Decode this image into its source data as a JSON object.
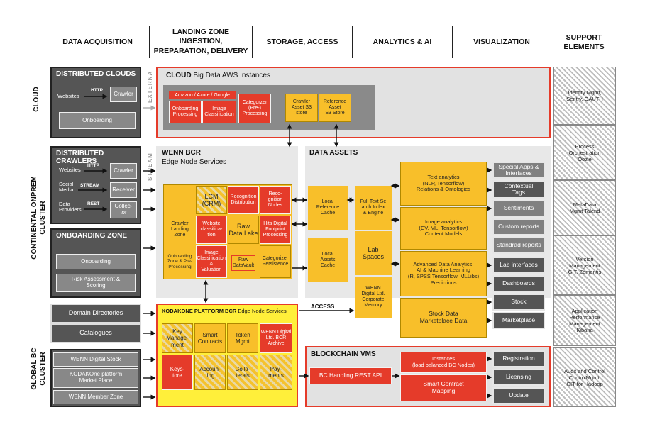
{
  "headers": {
    "data_acquisition": "DATA ACQUISITION",
    "landing_zone": "LANDING ZONE\nINGESTION,\nPREPARATION, DELIVERY",
    "storage_access": "STORAGE, ACCESS",
    "analytics_ai": "ANALYTICS & AI",
    "visualization": "VISUALIZATION",
    "support": "SUPPORT\nELEMENTS"
  },
  "rows": {
    "cloud": "CLOUD",
    "continental": "CONTINENTAL ONPREM\nCLUSTER",
    "global": "GLOBAL BC\nCLUSTER"
  },
  "acquisition": {
    "distributed_clouds": {
      "title": "DISTRIBUTED CLOUDS",
      "websites": "Websites",
      "http": "HTTP",
      "crawler": "Crawler",
      "onboarding": "Onboarding"
    },
    "distributed_crawlers": {
      "title": "DISTRIBUTED CRAWLERS",
      "websites": "Websites",
      "http": "HTTP",
      "crawler": "Crawler",
      "social_media": "Social\nMedia",
      "stream": "STREAM",
      "receiver": "Receiver",
      "data_providers": "Data\nProviders",
      "rest": "REST",
      "collector": "Collec-\ntor"
    },
    "onboarding_zone": {
      "title": "ONBOARDING ZONE",
      "onboarding": "Onboarding",
      "risk": "Risk Assessment &\nScoring"
    },
    "domain_directories": "Domain Directories",
    "catalogues": "Catalogues",
    "wenn_digital_stock": "WENN Digital Stock",
    "kodakone_marketplace": "KODAKOne platform\nMarket Place",
    "wenn_member_zone": "WENN Member Zone"
  },
  "side_labels": {
    "external": "EXTERNA",
    "stream": "STREAM"
  },
  "cloud_box": {
    "title_bold": "CLOUD",
    "title_rest": " Big Data AWS Instances",
    "provider": "Amazon / Azure / Google",
    "onboarding_processing": "Onboarding\nProcessing",
    "image_classification": "Image\nClassification",
    "categorizer": "Categorzer\n(Pre-)\nProcessing",
    "crawler_asset": "Crawler\nAsset S3\nstore",
    "reference_asset": "Reference\nAsset\nS3 Store"
  },
  "wenn_bcr": {
    "title": "WENN BCR",
    "subtitle": "Edge Node Services",
    "lcm": "LCM\n(CRM)",
    "recognition_distribution": "Recognition\nDistribution",
    "recognition_nodes": "Reco-\ngnition\nNodes",
    "crawler_landing": "Crawler\nLanding\nZone",
    "website_classification": "Website\nclassifica-\ntion",
    "raw_data_lake": "Raw\nData Lake",
    "hits_digital": "Hits Digital\nFootprint\nProcessing",
    "onboarding_zone_pre": "Onboarding\nZone & Pre-\nProcessing",
    "image_classification": "Image\nClassification &\nValuation",
    "raw_datavault": "Raw\nDataVault",
    "categorizer_persistence": "Categorizer\nPersistence"
  },
  "data_assets": {
    "title": "DATA ASSETS",
    "local_reference_cache": "Local\nReference\nCache",
    "local_assets_cache": "Local\nAssets\nCache",
    "full_text_search": "Full Text Se\narch Index\n& Engine",
    "lab_spaces": "Lab\nSpaces",
    "wenn_corporate": "WENN\nDigital Ltd.\nCorporate\nMemory",
    "text_analytics": "Text analytics\n(NLP, Tensorflow)\nRelations & Ontologies",
    "image_analytics": "Image analytics\n(CV, ML, Tensorflow)\nContent Models",
    "advanced_analytics": "Advanced Data Analytics,\nAI  & Machine Learning\n(R, SPSS Tensorflow, MLLibs)\nPredictions",
    "stock_data": "Stock Data\nMarketplace Data",
    "access": "ACCESS"
  },
  "visualization": [
    "Special Apps &\nInterfaces",
    "Contextual\nTags",
    "Sentiments",
    "Custom reports",
    "Standrad reports",
    "Lab interfaces",
    "Dashboards",
    "Stock",
    "Marketplace"
  ],
  "kodakone": {
    "title_bold": "KODAKONE PLATFORM BCR",
    "title_rest": " Edge Node Services",
    "key_management": "Key\nManage-\nment",
    "smart_contracts": "Smart\nContracts",
    "token_mgmt": "Token\nMgmt",
    "wenn_archive": "WENN Digital\nLtd. BCR\nArchive",
    "keystore": "Keys-\ntore",
    "accounting": "Accoun-\nting",
    "collaterals": "Colla-\nterals",
    "payments": "Pay-\nments"
  },
  "blockchain": {
    "title": "BLOCKCHAIN VMS",
    "bc_handling": "BC Handling REST API",
    "instances": "Instances\n(load balanced BC Nodes)",
    "smart_contract_mapping": "Smart Contract\nMapping",
    "registration": "Registration",
    "licensing": "Licensing",
    "update": "Update"
  },
  "support": [
    "Identity Mgmt,\nSentry, OAUTH",
    "Process\nOrchestration\nOozie",
    "MetaData\nMgmt Talend",
    "Version\nManagement\nGIT, Zementis",
    "Application\nPerformance\nManagement\nKibana",
    "Audit and Control\nControlMgmt,\nGIT for Hadoop"
  ],
  "colors": {
    "red": "#e53b2a",
    "yellow": "#f8bf2a",
    "dark_gray": "#555555",
    "light_gray": "#e8e8e8",
    "mid_gray": "#808080"
  }
}
